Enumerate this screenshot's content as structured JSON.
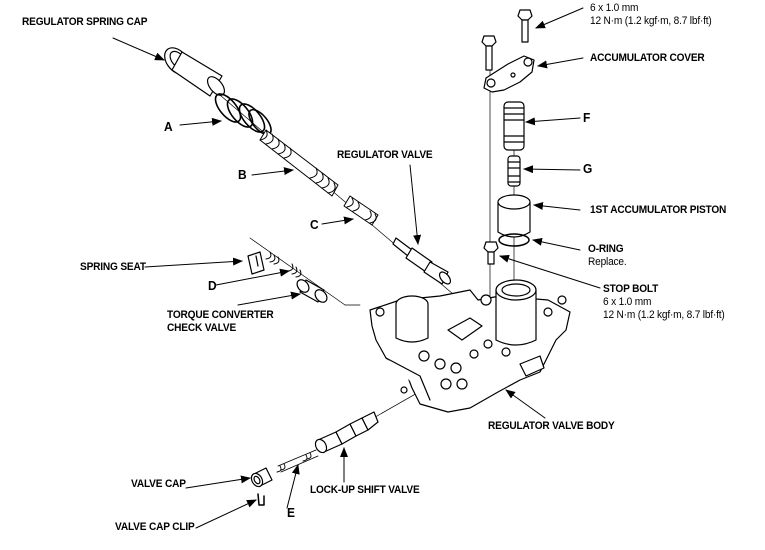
{
  "diagram": {
    "title": "Regulator valve body exploded view",
    "labels": {
      "regulator_spring_cap": "REGULATOR SPRING CAP",
      "a": "A",
      "b": "B",
      "c": "C",
      "d": "D",
      "e": "E",
      "f": "F",
      "g": "G",
      "regulator_valve": "REGULATOR VALVE",
      "spring_seat": "SPRING SEAT",
      "torque_converter_check_valve_1": "TORQUE CONVERTER",
      "torque_converter_check_valve_2": "CHECK VALVE",
      "accumulator_cover": "ACCUMULATOR COVER",
      "first_accumulator_piston": "1ST ACCUMULATOR PISTON",
      "o_ring": "O-RING",
      "o_ring_note": "Replace.",
      "stop_bolt": "STOP BOLT",
      "stop_bolt_size": "6 x 1.0 mm",
      "stop_bolt_torque": "12 N·m (1.2 kgf·m, 8.7 lbf·ft)",
      "cover_bolt_size": "6 x 1.0 mm",
      "cover_bolt_torque": "12 N·m (1.2 kgf·m, 8.7 lbf·ft)",
      "regulator_valve_body": "REGULATOR VALVE BODY",
      "valve_cap": "VALVE CAP",
      "lock_up_shift_valve": "LOCK-UP SHIFT VALVE",
      "valve_cap_clip": "VALVE CAP CLIP"
    }
  }
}
